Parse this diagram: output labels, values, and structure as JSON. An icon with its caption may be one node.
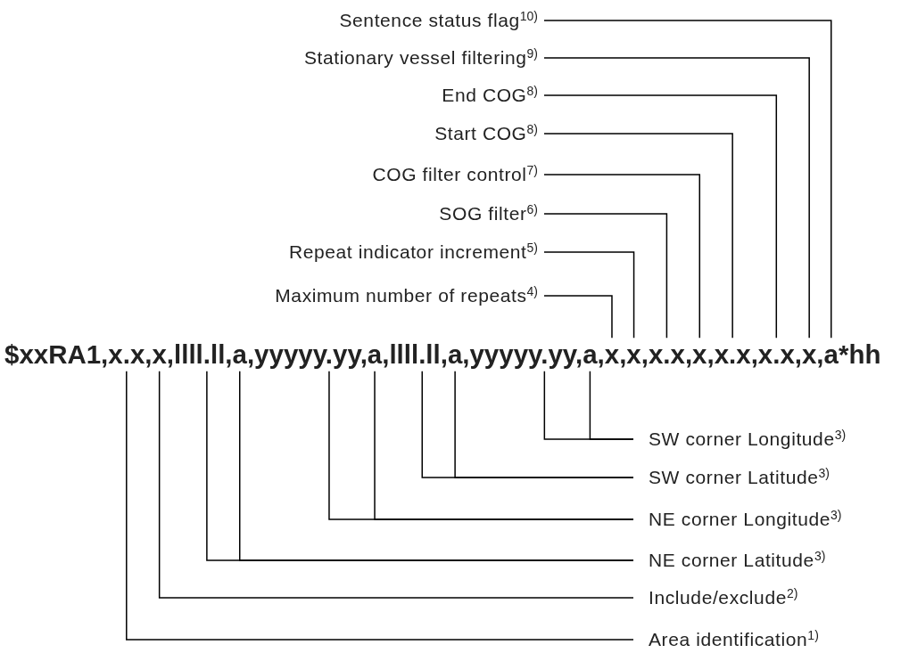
{
  "diagram": {
    "nodes": [
      {
        "text": [
          "Sentence status flag$^{10)}$"
        ]
      },
      {
        "text": [
          "Stationary vessel filtering$^{9)}$"
        ]
      },
      {
        "text": [
          "End COG$^{8)}$"
        ]
      },
      {
        "text": [
          "Start COG$^{8)}$"
        ]
      },
      {
        "text": [
          "COG filter control$^{7)}$"
        ]
      },
      {
        "text": [
          "SOG filter$^{6)}$"
        ]
      },
      {
        "text": [
          "Repeat indicator increment$^{5)}$"
        ]
      },
      {
        "text": [
          "Maximum number of repeats$^{4)}$"
        ]
      },
      {
        "text": [
          "$xxRA1,x.x,x,llll.ll,a,yyyyy.yy,a,llll.ll,a,yyyyy.yy,a,x,x,x.x,x,x.x,x.x,x,a*hh"
        ]
      },
      {
        "text": [
          "SW corner Longitude$^{3)}$"
        ]
      },
      {
        "text": [
          "SW corner Latitude$^{3)}$"
        ]
      },
      {
        "text": [
          "NE corner Longitude$^{3)}$"
        ]
      },
      {
        "text": [
          "NE corner Latitude$^{3)}$"
        ]
      },
      {
        "text": [
          "Include/exclude$^{2)}$"
        ]
      },
      {
        "text": [
          "Area identification$^{1)}$"
        ]
      }
    ],
    "edges": [
      {
        "from": 0,
        "to": 8,
        "arrow": "none"
      },
      {
        "from": 1,
        "to": 8,
        "arrow": "none"
      },
      {
        "from": 2,
        "to": 8,
        "arrow": "none"
      },
      {
        "from": 3,
        "to": 8,
        "arrow": "none"
      },
      {
        "from": 4,
        "to": 8,
        "arrow": "none"
      },
      {
        "from": 5,
        "to": 8,
        "arrow": "none"
      },
      {
        "from": 6,
        "to": 8,
        "arrow": "none"
      },
      {
        "from": 7,
        "to": 8,
        "arrow": "none"
      },
      {
        "from": 9,
        "to": 8,
        "arrow": "none"
      },
      {
        "from": 9,
        "to": 8,
        "arrow": "none"
      },
      {
        "from": 10,
        "to": 8,
        "arrow": "none"
      },
      {
        "from": 10,
        "to": 8,
        "arrow": "none"
      },
      {
        "from": 11,
        "to": 8,
        "arrow": "none"
      },
      {
        "from": 11,
        "to": 8,
        "arrow": "none"
      },
      {
        "from": 12,
        "to": 8,
        "arrow": "none"
      },
      {
        "from": 12,
        "to": 8,
        "arrow": "none"
      },
      {
        "from": 13,
        "to": 8,
        "arrow": "none"
      },
      {
        "from": 14,
        "to": 8,
        "arrow": "none"
      }
    ]
  }
}
